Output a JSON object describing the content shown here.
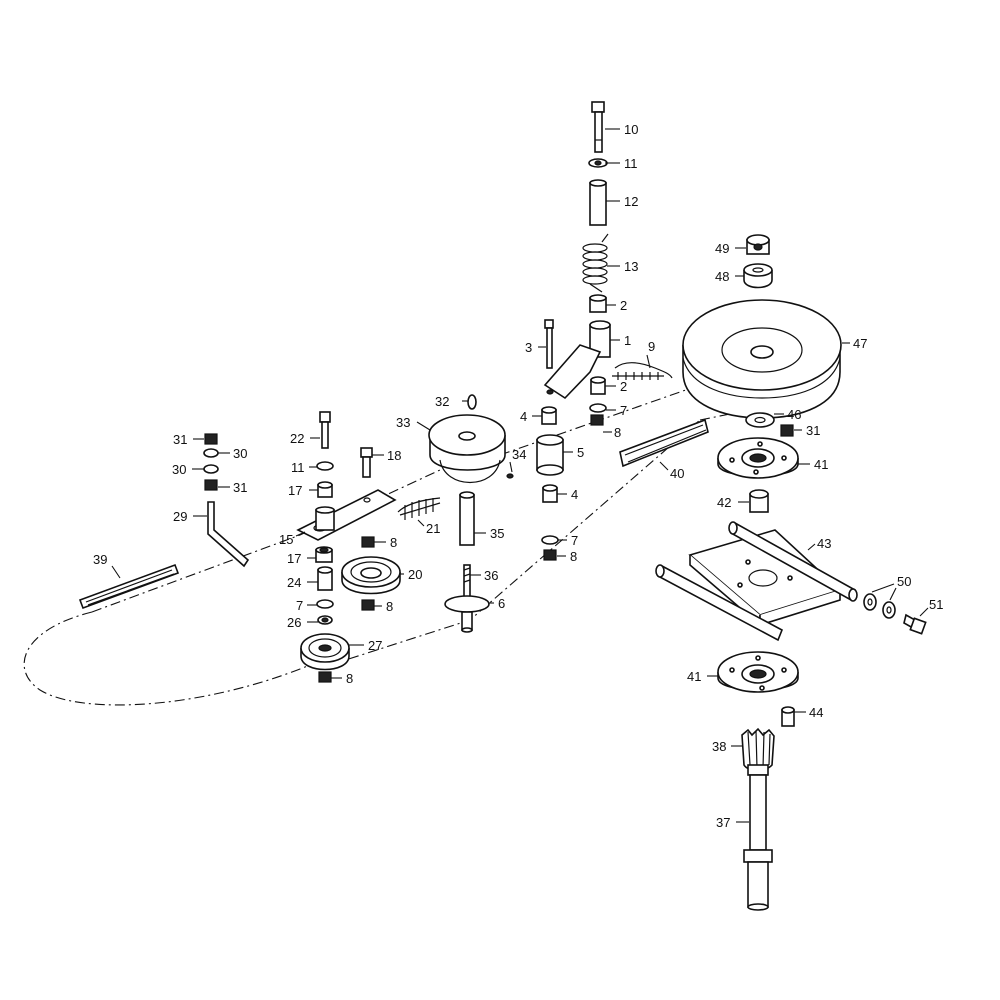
{
  "diagram": {
    "callouts": [
      "1",
      "2",
      "2",
      "3",
      "4",
      "4",
      "5",
      "6",
      "7",
      "7",
      "8",
      "8",
      "8",
      "8",
      "8",
      "9",
      "10",
      "11",
      "11",
      "12",
      "13",
      "15",
      "17",
      "17",
      "18",
      "20",
      "21",
      "22",
      "24",
      "26",
      "27",
      "29",
      "30",
      "30",
      "31",
      "31",
      "31",
      "32",
      "33",
      "34",
      "35",
      "36",
      "37",
      "38",
      "39",
      "40",
      "41",
      "41",
      "42",
      "43",
      "44",
      "46",
      "47",
      "48",
      "49",
      "50",
      "51"
    ]
  }
}
